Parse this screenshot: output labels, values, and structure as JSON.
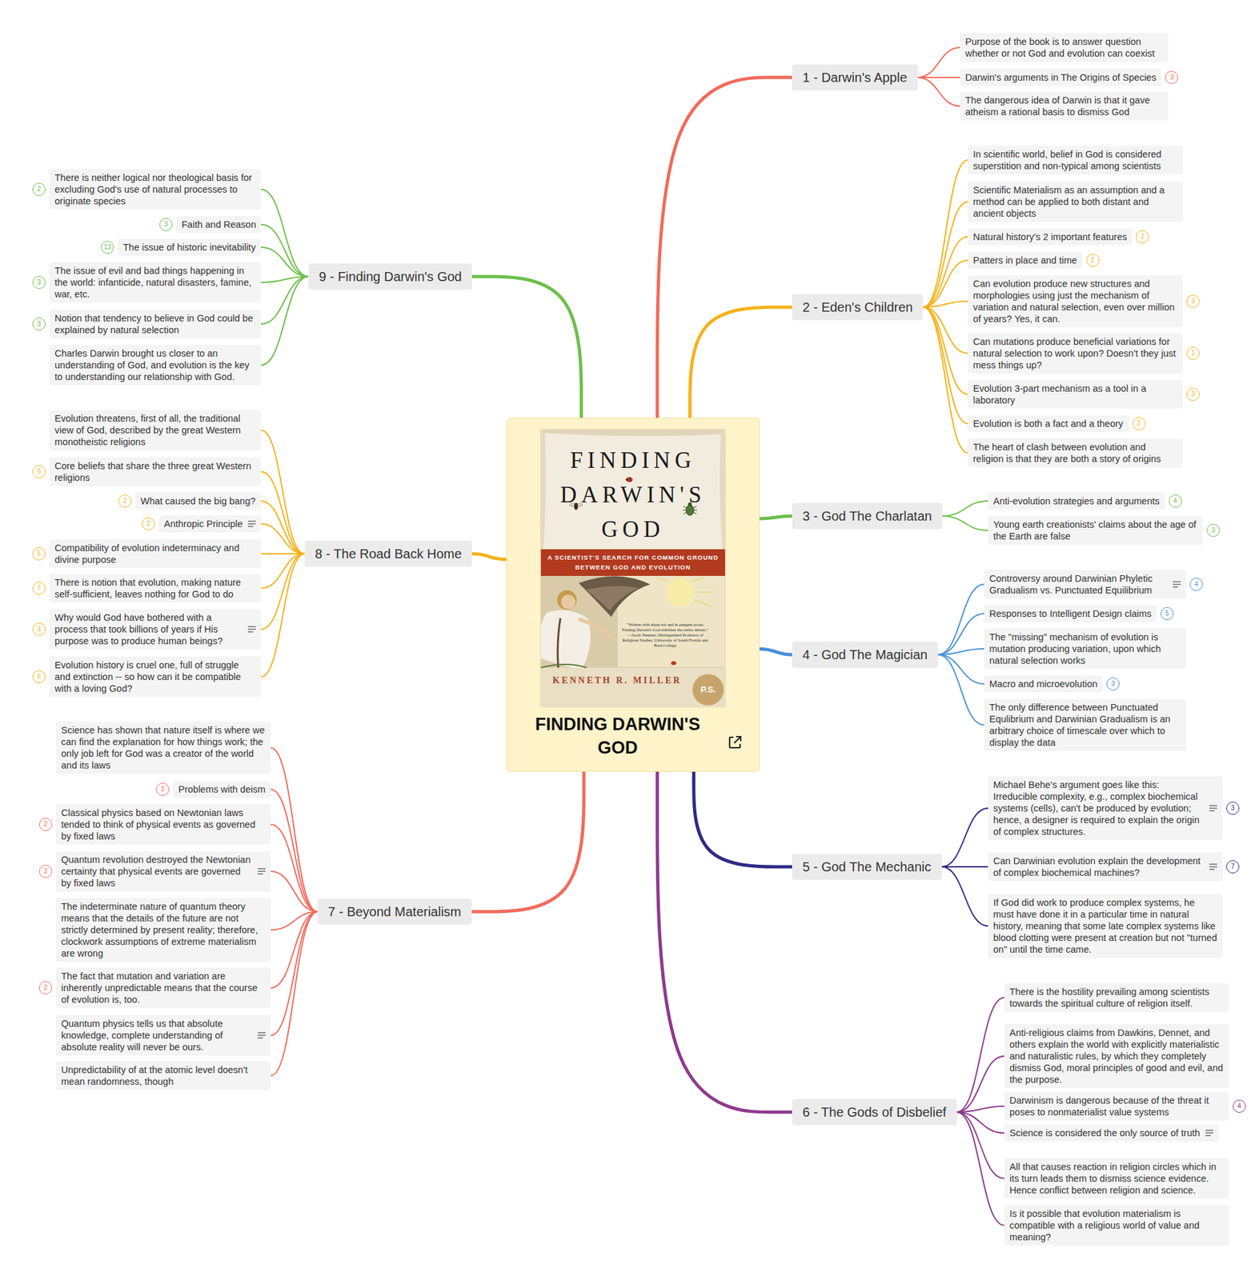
{
  "diagram": {
    "nodes": [
      {
        "text": [
          "FINDING DARWIN'S GOD"
        ]
      },
      {
        "text": [
          "1 - Darwin's Apple"
        ]
      },
      {
        "text": [
          "Purpose of the book is to answer question whether or not God and evolution can coexist"
        ]
      },
      {
        "text": [
          "Darwin's arguments in The Origins of Species",
          "3"
        ]
      },
      {
        "text": [
          "The dangerous idea of Darwin is that it gave atheism a rational basis to dismiss God"
        ]
      },
      {
        "text": [
          "2 - Eden's Children"
        ]
      },
      {
        "text": [
          "In scientific world, belief in God is considered superstition and non-typical among scientists"
        ]
      },
      {
        "text": [
          "Scientific Materialism as an assumption and a method can be applied to both distant and ancient objects"
        ]
      },
      {
        "text": [
          "Natural history's 2 important features",
          "2"
        ]
      },
      {
        "text": [
          "Patters in place and time",
          "2"
        ]
      },
      {
        "text": [
          "Can evolution produce new structures and morphologies using just the mechanism of variation and natural selection, even over million of years? Yes, it can.",
          "3"
        ]
      },
      {
        "text": [
          "Can mutations produce beneficial variations for natural selection to work upon? Doesn't they just mess things up?",
          "1"
        ]
      },
      {
        "text": [
          "Evolution 3-part mechanism as a tool in a laboratory",
          "3"
        ]
      },
      {
        "text": [
          "Evolution is both a fact and a theory",
          "2"
        ]
      },
      {
        "text": [
          "The heart of clash between evolution and religion is that they are both a story of origins"
        ]
      },
      {
        "text": [
          "3 - God The Charlatan"
        ]
      },
      {
        "text": [
          "Anti-evolution strategies and arguments",
          "4"
        ]
      },
      {
        "text": [
          "Young earth creationists' claims about the age of the Earth are false",
          "3"
        ]
      },
      {
        "text": [
          "4 - God The Magician"
        ]
      },
      {
        "text": [
          "Controversy around Darwinian Phyletic Gradualism vs. Punctuated Equilibrium",
          "4"
        ]
      },
      {
        "text": [
          "Responses to Intelligent Design claims",
          "5"
        ]
      },
      {
        "text": [
          "The \"missing\" mechanism of evolution is mutation producing variation, upon which natural selection works"
        ]
      },
      {
        "text": [
          "Macro and microevolution",
          "3"
        ]
      },
      {
        "text": [
          "The only difference between Punctuated Equlibrium and Darwinian Gradualism is an arbitrary choice of timescale over which to display the data"
        ]
      },
      {
        "text": [
          "5 - God The Mechanic"
        ]
      },
      {
        "text": [
          "Michael Behe's argument goes like this: Irreducible complexity, e.g., complex biochemical systems (cells), can't be produced by evolution; hence, a designer is required to explain the origin of complex structures.",
          "3"
        ]
      },
      {
        "text": [
          "Can Darwinian evolution explain the development of complex biochemical machines?",
          "7"
        ]
      },
      {
        "text": [
          "If God did work to produce complex systems, he must have done it in a particular time in natural history, meaning that some late complex systems like blood clotting were present at creation but not \"turned on\" until the time came."
        ]
      },
      {
        "text": [
          "6 - The Gods of Disbelief"
        ]
      },
      {
        "text": [
          "There is the hostility prevailing among scientists towards the spiritual culture of religion itself."
        ]
      },
      {
        "text": [
          "Anti-religious claims from Dawkins, Dennet, and others explain the world with explicitly materialistic and naturalistic rules, by which they completely dismiss God, moral principles of good and evil, and the purpose."
        ]
      },
      {
        "text": [
          "Darwinism is dangerous because of the threat it poses to nonmaterialist value systems",
          "4"
        ]
      },
      {
        "text": [
          "Science is considered the only source of truth"
        ]
      },
      {
        "text": [
          "All that causes reaction in religion circles which in its turn leads them to dismiss science evidence. Hence conflict between religion and science."
        ]
      },
      {
        "text": [
          "Is it possible that evolution materialism is compatible with a religious world of value and meaning?"
        ]
      },
      {
        "text": [
          "7 - Beyond Materialism"
        ]
      },
      {
        "text": [
          "Science has shown that nature itself is where we can find the explanation for how things work; the only job left for God was a creator of the world and its laws"
        ]
      },
      {
        "text": [
          "Problems with deism",
          "2"
        ]
      },
      {
        "text": [
          "Classical physics based on Newtonian laws tended to think of physical events as governed by fixed laws",
          "2"
        ]
      },
      {
        "text": [
          "Quantum revolution destroyed the Newtonian certainty that physical events are governed by fixed laws",
          "3"
        ]
      },
      {
        "text": [
          "The indeterminate nature of quantum theory means that the details of the future are not strictly determined by present reality; therefore, clockwork assumptions of extreme materialism are wrong"
        ]
      },
      {
        "text": [
          "The fact that mutation and variation are inherently unpredictable means that the course of evolution is, too.",
          "2"
        ]
      },
      {
        "text": [
          "Quantum physics tells us that absolute knowledge, complete understanding of absolute reality will never be ours."
        ]
      },
      {
        "text": [
          "Unpredictability of at the atomic level doesn't mean randomness, though"
        ]
      },
      {
        "text": [
          "8 - The Road Back Home"
        ]
      },
      {
        "text": [
          "Evolution threatens, first of all, the traditional view of God, described by the great Western monotheistic religions"
        ]
      },
      {
        "text": [
          "Core beliefs that share the three great Western religions",
          "5"
        ]
      },
      {
        "text": [
          "What caused the big bang?",
          "2"
        ]
      },
      {
        "text": [
          "Anthropic Principle",
          "2"
        ]
      },
      {
        "text": [
          "Compatibility of evolution indeterminacy and divine purpose",
          "5"
        ]
      },
      {
        "text": [
          "There is notion that evolution, making nature self-sufficient, leaves nothing for God to do",
          "7"
        ]
      },
      {
        "text": [
          "Why would God have bothered with a process that took billions of years if His purpose was to produce human beings?",
          "3"
        ]
      },
      {
        "text": [
          "Evolution history is cruel one, full of struggle and extinction -- so how can it be compatible with a loving God?",
          "6"
        ]
      },
      {
        "text": [
          "9 - Finding Darwin's God"
        ]
      },
      {
        "text": [
          "There is neither logical nor theological basis for excluding God's use of natural processes to originate species",
          "2"
        ]
      },
      {
        "text": [
          "Faith and Reason",
          "3"
        ]
      },
      {
        "text": [
          "The issue of historic inevitability",
          "13"
        ]
      },
      {
        "text": [
          "The issue of evil and bad things happening in the world: infanticide, natural disasters, famine, war, etc.",
          "3"
        ]
      },
      {
        "text": [
          "Notion that tendency to believe in God could be explained by natural selection",
          "3"
        ]
      },
      {
        "text": [
          "Charles Darwin brought us closer to an understanding of God, and evolution is the key to understanding our relationship with God."
        ]
      }
    ],
    "edges": [
      {
        "from": 0,
        "to": 1,
        "arrow": "none"
      },
      {
        "from": 1,
        "to": 2,
        "arrow": "none"
      },
      {
        "from": 1,
        "to": 3,
        "arrow": "none"
      },
      {
        "from": 1,
        "to": 4,
        "arrow": "none"
      },
      {
        "from": 0,
        "to": 5,
        "arrow": "none"
      },
      {
        "from": 5,
        "to": 6,
        "arrow": "none"
      },
      {
        "from": 5,
        "to": 7,
        "arrow": "none"
      },
      {
        "from": 5,
        "to": 8,
        "arrow": "none"
      },
      {
        "from": 5,
        "to": 9,
        "arrow": "none"
      },
      {
        "from": 5,
        "to": 10,
        "arrow": "none"
      },
      {
        "from": 5,
        "to": 11,
        "arrow": "none"
      },
      {
        "from": 5,
        "to": 12,
        "arrow": "none"
      },
      {
        "from": 5,
        "to": 13,
        "arrow": "none"
      },
      {
        "from": 5,
        "to": 14,
        "arrow": "none"
      },
      {
        "from": 0,
        "to": 15,
        "arrow": "none"
      },
      {
        "from": 15,
        "to": 16,
        "arrow": "none"
      },
      {
        "from": 15,
        "to": 17,
        "arrow": "none"
      },
      {
        "from": 0,
        "to": 18,
        "arrow": "none"
      },
      {
        "from": 18,
        "to": 19,
        "arrow": "none"
      },
      {
        "from": 18,
        "to": 20,
        "arrow": "none"
      },
      {
        "from": 18,
        "to": 21,
        "arrow": "none"
      },
      {
        "from": 18,
        "to": 22,
        "arrow": "none"
      },
      {
        "from": 18,
        "to": 23,
        "arrow": "none"
      },
      {
        "from": 0,
        "to": 24,
        "arrow": "none"
      },
      {
        "from": 24,
        "to": 25,
        "arrow": "none"
      },
      {
        "from": 24,
        "to": 26,
        "arrow": "none"
      },
      {
        "from": 24,
        "to": 27,
        "arrow": "none"
      },
      {
        "from": 0,
        "to": 28,
        "arrow": "none"
      },
      {
        "from": 28,
        "to": 29,
        "arrow": "none"
      },
      {
        "from": 28,
        "to": 30,
        "arrow": "none"
      },
      {
        "from": 28,
        "to": 31,
        "arrow": "none"
      },
      {
        "from": 28,
        "to": 32,
        "arrow": "none"
      },
      {
        "from": 28,
        "to": 33,
        "arrow": "none"
      },
      {
        "from": 28,
        "to": 34,
        "arrow": "none"
      },
      {
        "from": 0,
        "to": 35,
        "arrow": "none"
      },
      {
        "from": 35,
        "to": 36,
        "arrow": "none"
      },
      {
        "from": 35,
        "to": 37,
        "arrow": "none"
      },
      {
        "from": 35,
        "to": 38,
        "arrow": "none"
      },
      {
        "from": 35,
        "to": 39,
        "arrow": "none"
      },
      {
        "from": 35,
        "to": 40,
        "arrow": "none"
      },
      {
        "from": 35,
        "to": 41,
        "arrow": "none"
      },
      {
        "from": 35,
        "to": 42,
        "arrow": "none"
      },
      {
        "from": 35,
        "to": 43,
        "arrow": "none"
      },
      {
        "from": 0,
        "to": 44,
        "arrow": "none"
      },
      {
        "from": 44,
        "to": 45,
        "arrow": "none"
      },
      {
        "from": 44,
        "to": 46,
        "arrow": "none"
      },
      {
        "from": 44,
        "to": 47,
        "arrow": "none"
      },
      {
        "from": 44,
        "to": 48,
        "arrow": "none"
      },
      {
        "from": 44,
        "to": 49,
        "arrow": "none"
      },
      {
        "from": 44,
        "to": 50,
        "arrow": "none"
      },
      {
        "from": 44,
        "to": 51,
        "arrow": "none"
      },
      {
        "from": 44,
        "to": 52,
        "arrow": "none"
      },
      {
        "from": 0,
        "to": 53,
        "arrow": "none"
      },
      {
        "from": 53,
        "to": 54,
        "arrow": "none"
      },
      {
        "from": 53,
        "to": 55,
        "arrow": "none"
      },
      {
        "from": 53,
        "to": 56,
        "arrow": "none"
      },
      {
        "from": 53,
        "to": 57,
        "arrow": "none"
      },
      {
        "from": 53,
        "to": 58,
        "arrow": "none"
      },
      {
        "from": 53,
        "to": 59,
        "arrow": "none"
      }
    ],
    "labels": [
      "FINDING DARWIN'S GOD",
      "A SCIENTIST'S SEARCH FOR COMMON GROUND BETWEEN GOD AND EVOLUTION",
      "“Written with sharp wit and in pungent prose, Finding Darwin's God redefines the entire debate.” —Jacob Neusner, Distinguished Professor of Religious Studies, University of South Florida and Bard College",
      "KENNETH R. MILLER",
      "P.S."
    ]
  }
}
